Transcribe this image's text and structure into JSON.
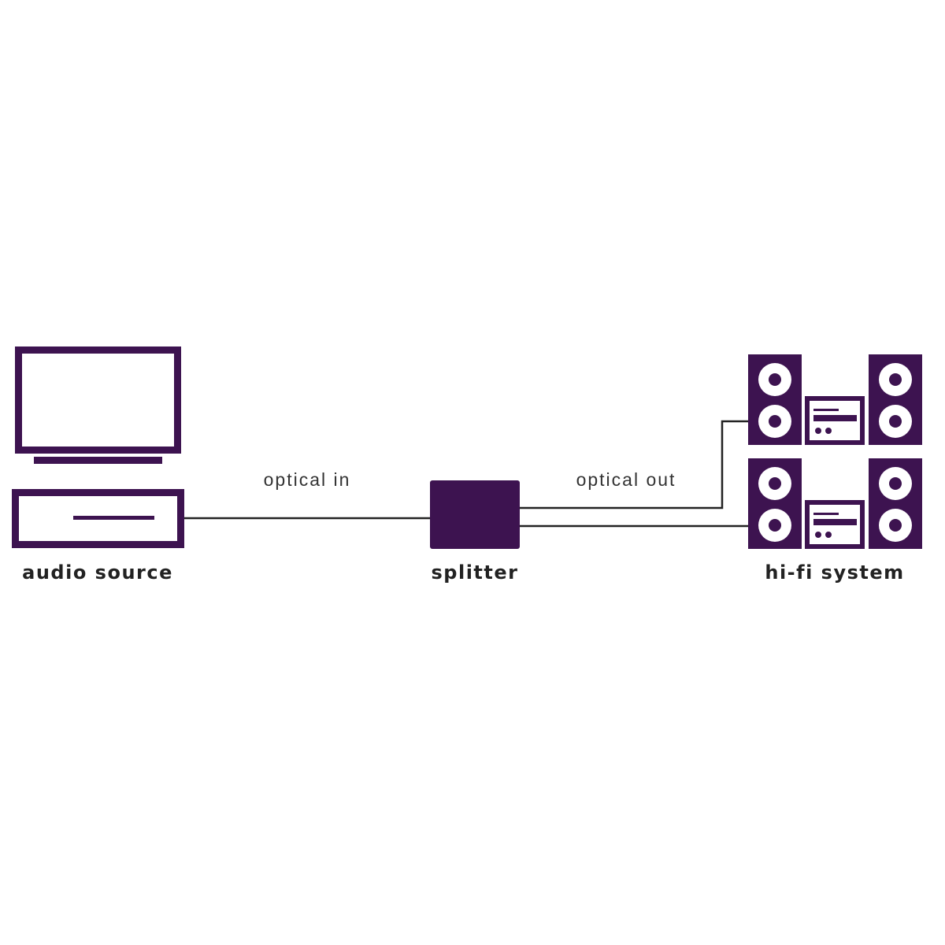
{
  "colors": {
    "device": "#3d1350",
    "cable": "#222222"
  },
  "labels": {
    "audio_source": "audio source",
    "splitter": "splitter",
    "hifi_system": "hi-fi system",
    "optical_in": "optical in",
    "optical_out": "optical out"
  }
}
